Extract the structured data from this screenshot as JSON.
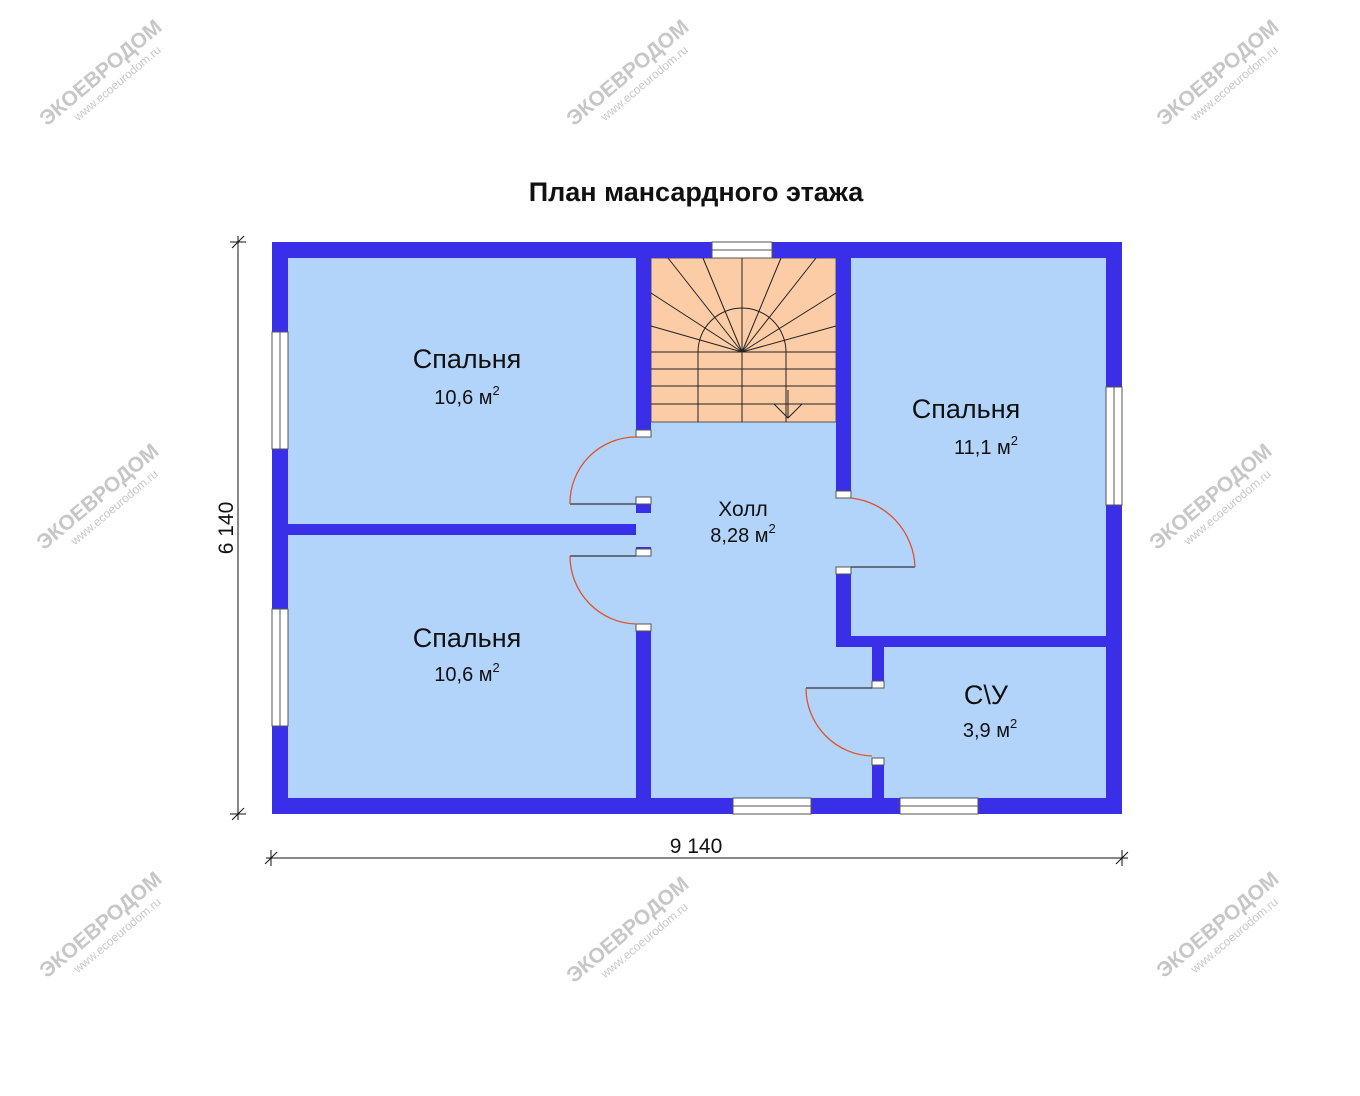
{
  "title": "План мансардного этажа",
  "rooms": [
    {
      "id": "bedroom-1",
      "name": "Спальня",
      "area": "10,6 м",
      "unit_power": "2"
    },
    {
      "id": "bedroom-2",
      "name": "Спальня",
      "area": "10,6 м",
      "unit_power": "2"
    },
    {
      "id": "bedroom-3",
      "name": "Спальня",
      "area": "11,1 м",
      "unit_power": "2"
    },
    {
      "id": "hall",
      "name": "Холл",
      "area": "8,28 м",
      "unit_power": "2"
    },
    {
      "id": "bathroom",
      "name": "С\\У",
      "area": "3,9 м",
      "unit_power": "2"
    }
  ],
  "dimensions": {
    "width": "9 140",
    "height": "6 140"
  },
  "watermark": {
    "brand": "ЭКОЕВРОДОМ",
    "url": "www.ecoeurodom.ru"
  },
  "colors": {
    "wall": "#3a2fe8",
    "room_fill": "#b2d4fb",
    "stair_fill": "#fbcca6",
    "door_arc": "#e0522a",
    "window_fill": "#ffffff"
  }
}
